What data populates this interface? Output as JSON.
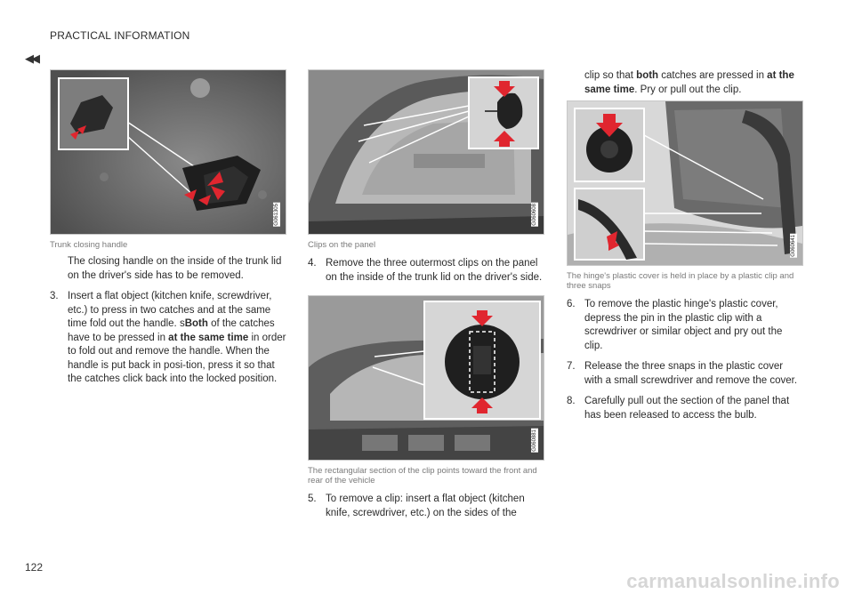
{
  "header": {
    "section_title": "PRACTICAL INFORMATION",
    "back_icon": "double-chevron-left-icon",
    "back_glyph": "◀◀"
  },
  "page": {
    "number": "122"
  },
  "watermark": "carmanualsonline.info",
  "column1": {
    "figure_code": "G061305",
    "caption": "Trunk closing handle",
    "intro": "The closing handle on the inside of the trunk lid on the driver's side has to be removed.",
    "step3": {
      "num": "3.",
      "t1": "Insert a flat object (kitchen knife, screwdriver, etc.) to press in two catches and at the same time fold out the handle. s",
      "b1": "Both",
      "t2": " of the catches have to be pressed in ",
      "b2": "at the same time",
      "t3": " in order to fold out and remove the handle. When the handle is put back in posi-tion, press it so that the catches click back into the locked position."
    }
  },
  "column2": {
    "figure1_code": "G060608",
    "caption1": "Clips on the panel",
    "step4": {
      "num": "4.",
      "text": "Remove the three outermost clips on the panel on the inside of the trunk lid on the driver's side."
    },
    "figure2_code": "G060881",
    "caption2": "The rectangular section of the clip points toward the front and rear of the vehicle",
    "step5": {
      "num": "5.",
      "text": "To remove a clip: insert a flat object (kitchen knife, screwdriver, etc.) on the sides of the"
    }
  },
  "column3": {
    "cont": {
      "t1": "clip so that ",
      "b1": "both",
      "t2": " catches are pressed in ",
      "b2": "at the same time",
      "t3": ". Pry or pull out the clip."
    },
    "figure_code": "G060641",
    "caption": "The hinge's plastic cover is held in place by a plastic clip and three snaps",
    "step6": {
      "num": "6.",
      "text": "To remove the plastic hinge's plastic cover, depress the pin in the plastic clip with a screwdriver or similar object and pry out the clip."
    },
    "step7": {
      "num": "7.",
      "text": "Release the three snaps in the plastic cover with a small screwdriver and remove the cover."
    },
    "step8": {
      "num": "8.",
      "text": "Carefully pull out the section of the panel that has been released to access the bulb."
    }
  },
  "colors": {
    "arrow_red": "#e0262f",
    "text": "#2b2b2b",
    "caption": "#7a7a7a"
  }
}
